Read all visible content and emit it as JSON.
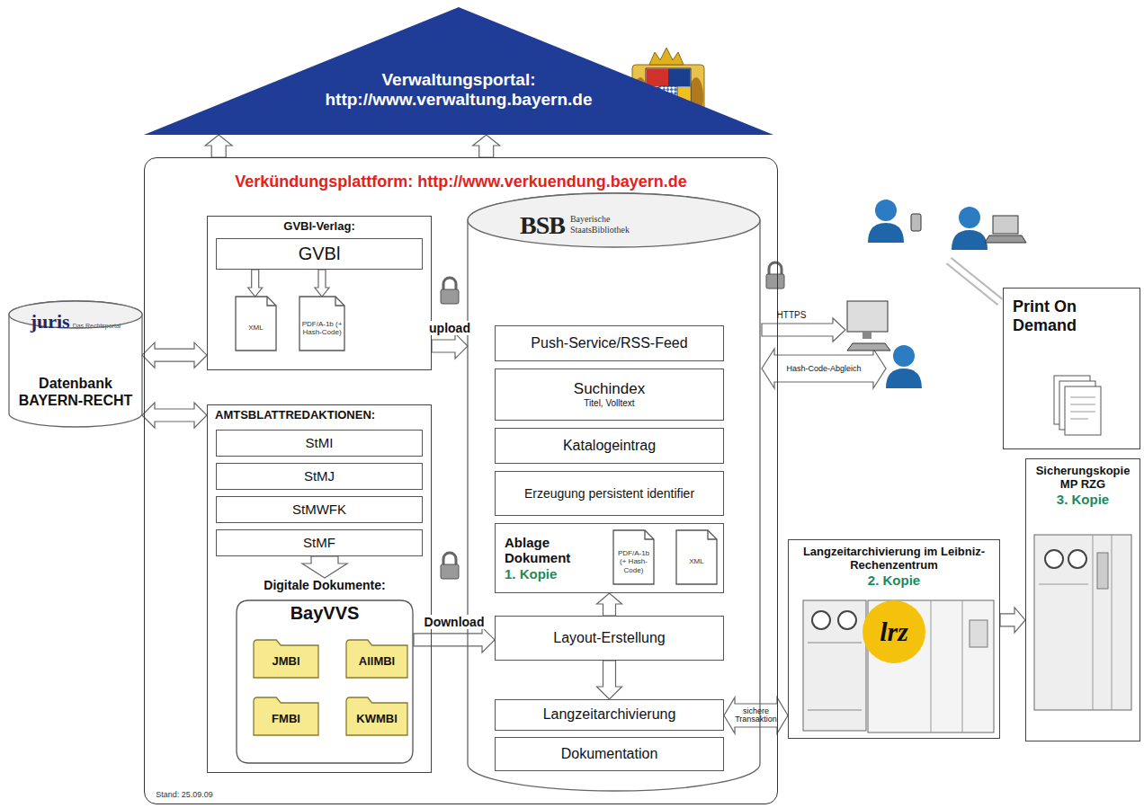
{
  "diagram": {
    "nodes": [
      {
        "text": [
          "Verwaltungsportal: http://www.verwaltung.bayern.de"
        ]
      },
      {
        "text": [
          "Verkündungsplattform: http://www.verkuendung.bayern.de"
        ]
      },
      {
        "text": [
          "juris",
          "Das Rechtsportal",
          "Datenbank BAYERN-RECHT"
        ]
      },
      {
        "text": [
          "GVBl-Verlag:"
        ],
        "in": 1
      },
      {
        "text": [
          "GVBl"
        ],
        "in": 3
      },
      {
        "text": [
          "XML"
        ],
        "in": 3
      },
      {
        "text": [
          "PDF/A-1b (+ Hash-Code)"
        ],
        "in": 3
      },
      {
        "text": [
          "AMTSBLATTREDAKTIONEN:"
        ],
        "in": 1
      },
      {
        "text": [
          "StMI"
        ],
        "in": 7
      },
      {
        "text": [
          "StMJ"
        ],
        "in": 7
      },
      {
        "text": [
          "StMWFK"
        ],
        "in": 7
      },
      {
        "text": [
          "StMF"
        ],
        "in": 7
      },
      {
        "text": [
          "Digitale Dokumente:",
          "BayVVS"
        ],
        "in": 7
      },
      {
        "text": [
          "JMBl"
        ],
        "in": 12
      },
      {
        "text": [
          "AllMBl"
        ],
        "in": 12
      },
      {
        "text": [
          "FMBl"
        ],
        "in": 12
      },
      {
        "text": [
          "KWMBl"
        ],
        "in": 12
      },
      {
        "text": [
          "BSB",
          "Bayerische StaatsBibliothek"
        ],
        "in": 1
      },
      {
        "text": [
          "Push-Service/RSS-Feed"
        ],
        "in": 17
      },
      {
        "text": [
          "Suchindex",
          "Titel, Volltext"
        ],
        "in": 17
      },
      {
        "text": [
          "Katalogeintrag"
        ],
        "in": 17
      },
      {
        "text": [
          "Erzeugung persistent identifier"
        ],
        "in": 17
      },
      {
        "text": [
          "Ablage Dokument",
          "1. Kopie"
        ],
        "in": 17
      },
      {
        "text": [
          "PDF/A-1b (+ Hash-Code)"
        ],
        "in": 22
      },
      {
        "text": [
          "XML"
        ],
        "in": 22
      },
      {
        "text": [
          "Layout-Erstellung"
        ],
        "in": 17
      },
      {
        "text": [
          "Langzeitarchivierung"
        ],
        "in": 17
      },
      {
        "text": [
          "Dokumentation"
        ],
        "in": 17
      },
      {
        "text": [
          "Print On Demand"
        ]
      },
      {
        "text": [
          "Langzeitarchivierung im Leibniz-Rechenzentrum",
          "2. Kopie",
          "lrz"
        ]
      },
      {
        "text": [
          "Sicherungskopie MP RZG",
          "3. Kopie"
        ]
      }
    ],
    "edges": [
      {
        "from": 1,
        "to": 0,
        "arrow": "to"
      },
      {
        "from": 1,
        "to": 0,
        "arrow": "to"
      },
      {
        "from": 2,
        "to": 3,
        "arrow": "both"
      },
      {
        "from": 2,
        "to": 7,
        "arrow": "both"
      },
      {
        "from": 4,
        "to": 5,
        "arrow": "to"
      },
      {
        "from": 4,
        "to": 6,
        "arrow": "to"
      },
      {
        "from": 3,
        "to": 17,
        "label": "upload",
        "arrow": "to"
      },
      {
        "from": 11,
        "to": 12,
        "arrow": "to"
      },
      {
        "from": 12,
        "to": 25,
        "label": "Download",
        "arrow": "to"
      },
      {
        "from": 25,
        "to": 22,
        "arrow": "to"
      },
      {
        "from": 25,
        "to": 26,
        "arrow": "to"
      },
      {
        "from": 26,
        "to": 29,
        "label": "sichere Transaktion",
        "arrow": "both"
      },
      {
        "from": 29,
        "to": 30,
        "arrow": "to"
      }
    ],
    "labels": [
      "Stand: 25.09.09",
      "HTTPS",
      "Hash-Code-Abgleich"
    ]
  }
}
